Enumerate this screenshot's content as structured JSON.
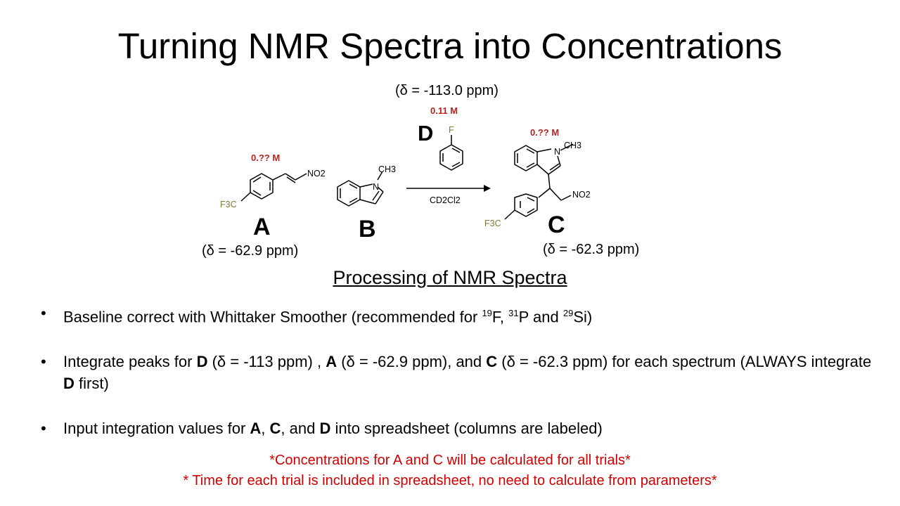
{
  "slide": {
    "title": "Turning NMR Spectra into Concentrations"
  },
  "scheme": {
    "d_shift": "(δ = -113.0 ppm)",
    "d_conc": "0.11 M",
    "d_letter": "D",
    "d_atom_f": "F",
    "a_conc": "0.?? M",
    "a_letter": "A",
    "a_shift": "(δ = -62.9 ppm)",
    "a_cf3": "F3C",
    "a_no2": "NO2",
    "b_letter": "B",
    "b_n": "N",
    "b_ch3": "CH3",
    "arrow_label": "CD2Cl2",
    "c_conc": "0.?? M",
    "c_letter": "C",
    "c_shift": "(δ = -62.3 ppm)",
    "c_n": "N",
    "c_ch3": "CH3",
    "c_no2": "NO2",
    "c_cf3": "F3C"
  },
  "section_title": "Processing of NMR Spectra",
  "bullets": {
    "b1": {
      "text": "Baseline correct with Whittaker Smoother (recommended for ",
      "sup1": "19",
      "t1": "F, ",
      "sup2": "31",
      "t2": "P and ",
      "sup3": "29",
      "t3": "Si)"
    },
    "b2": {
      "p1": "Integrate peaks for ",
      "bD": "D",
      "p2": " (δ = -113 ppm) , ",
      "bA": "A",
      "p3": " (δ = -62.9 ppm), and ",
      "bC": "C",
      "p4": " (δ = -62.3 ppm) for each spectrum (ALWAYS integrate ",
      "bD2": "D",
      "p5": " first)"
    },
    "b3": {
      "p1": "Input integration values for ",
      "bA": "A",
      "p2": ", ",
      "bC": "C",
      "p3": ", and ",
      "bD": "D",
      "p4": " into spreadsheet (columns are labeled)"
    }
  },
  "notes": {
    "n1": "*Concentrations for A and C will be calculated for all trials*",
    "n2": "* Time for each trial is included in spreadsheet, no need to calculate from parameters*"
  }
}
